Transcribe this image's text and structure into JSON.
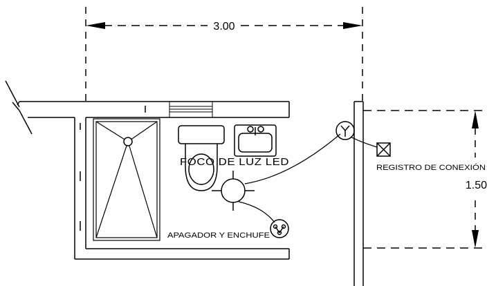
{
  "dimensions": {
    "width_label": "3.00",
    "height_label": "1.50"
  },
  "labels": {
    "light": "FOCO DE LUZ LED",
    "switch_outlet": "APAGADOR Y ENCHUFE",
    "connection_box": "REGISTRO DE CONEXIÓN"
  },
  "icons": {
    "shower": "shower-drain-icon",
    "toilet": "toilet-icon",
    "sink": "sink-icon",
    "light": "led-light-icon",
    "switch": "switch-outlet-icon",
    "box": "junction-box-icon"
  }
}
